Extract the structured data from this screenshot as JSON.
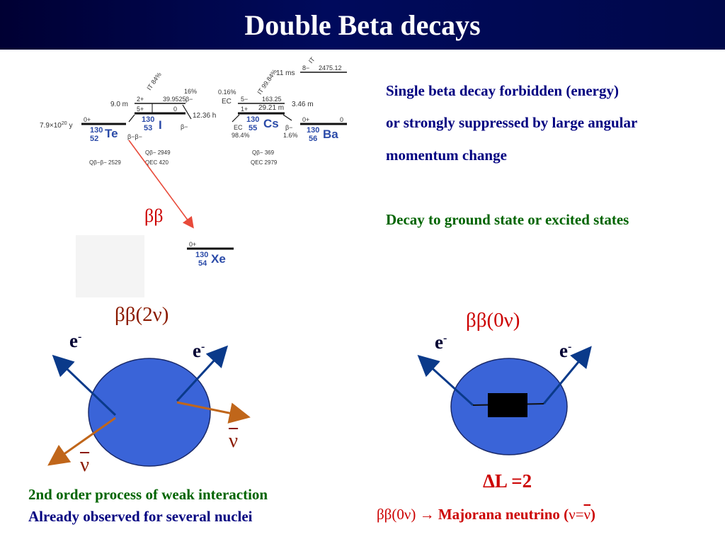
{
  "title": "Double Beta decays",
  "diagram": {
    "te_halflife": "7.9×10",
    "te_halflife_exp": "20",
    "te_halflife_unit": " y",
    "te_spin": "0+",
    "te_mass": "130",
    "te_z": "52",
    "te_sym": "Te",
    "te_bb": "β−β−",
    "te_q": "Qβ−β− 2529",
    "i_halflife": "9.0 m",
    "i_spin1": "2+",
    "i_spin2": "5+",
    "i_energy": "39.9525",
    "i_zero": "0",
    "i_it": "IT 84%",
    "i_pct": "16%",
    "i_beta": "β−",
    "i_mass": "130",
    "i_z": "53",
    "i_sym": "I",
    "i_halflife2": "12.36 h",
    "i_beta2": "β−",
    "i_q1": "Qβ− 2949",
    "i_q2": "QEC 420",
    "cs_ec_pct": "0.16%",
    "cs_ec": "EC",
    "cs_spin1": "5−",
    "cs_spin2": "1+",
    "cs_it": "IT 99.84%",
    "cs_energy": "163.25",
    "cs_halflife": "29.21 m",
    "cs_ec2": "EC",
    "cs_pct2": "98.4%",
    "cs_mass": "130",
    "cs_z": "55",
    "cs_sym": "Cs",
    "cs_halflife2": "3.46 m",
    "cs_beta": "β−",
    "cs_pct3": "1.6%",
    "cs_q1": "Qβ− 369",
    "cs_q2": "QEC 2979",
    "ba_ms": "11 ms",
    "ba_spin_m": "8−",
    "ba_it": "IT",
    "ba_energy": "2475.12",
    "ba_spin": "0+",
    "ba_zero": "0",
    "ba_mass": "130",
    "ba_z": "56",
    "ba_sym": "Ba",
    "xe_spin": "0+",
    "xe_mass": "130",
    "xe_z": "54",
    "xe_sym": "Xe",
    "bb_label": "ββ"
  },
  "right_text": {
    "line1": "Single beta decay forbidden (energy)",
    "line2": "or strongly suppressed by  large angular",
    "line3": "momentum change",
    "line4": "Decay to ground state or excited states"
  },
  "left_diagram": {
    "label": "ββ(2ν)",
    "e": "e",
    "minus": "-",
    "nu": "ν"
  },
  "right_diagram": {
    "label": "ββ(0ν)",
    "e": "e",
    "minus": "-",
    "delta_l": "ΔL =2"
  },
  "bottom_left": {
    "line1": "2nd order process of weak interaction",
    "line2": "Already observed for several nuclei"
  },
  "bottom_right": {
    "prefix": "ββ(0ν)",
    "arrow": "→",
    "text": " Majorana neutrino (",
    "nu": "ν",
    "eq": "=",
    "nubar": "ν",
    "close": ")"
  },
  "colors": {
    "title_bg": "#000a5c",
    "nucleus": "#3a64d8",
    "electron_arrow": "#0a3a8a",
    "neutrino_arrow": "#c0661a",
    "red_arrow": "#e84a3a",
    "green_text": "#006400",
    "navy_text": "#000080",
    "red_text": "#cc0000"
  }
}
